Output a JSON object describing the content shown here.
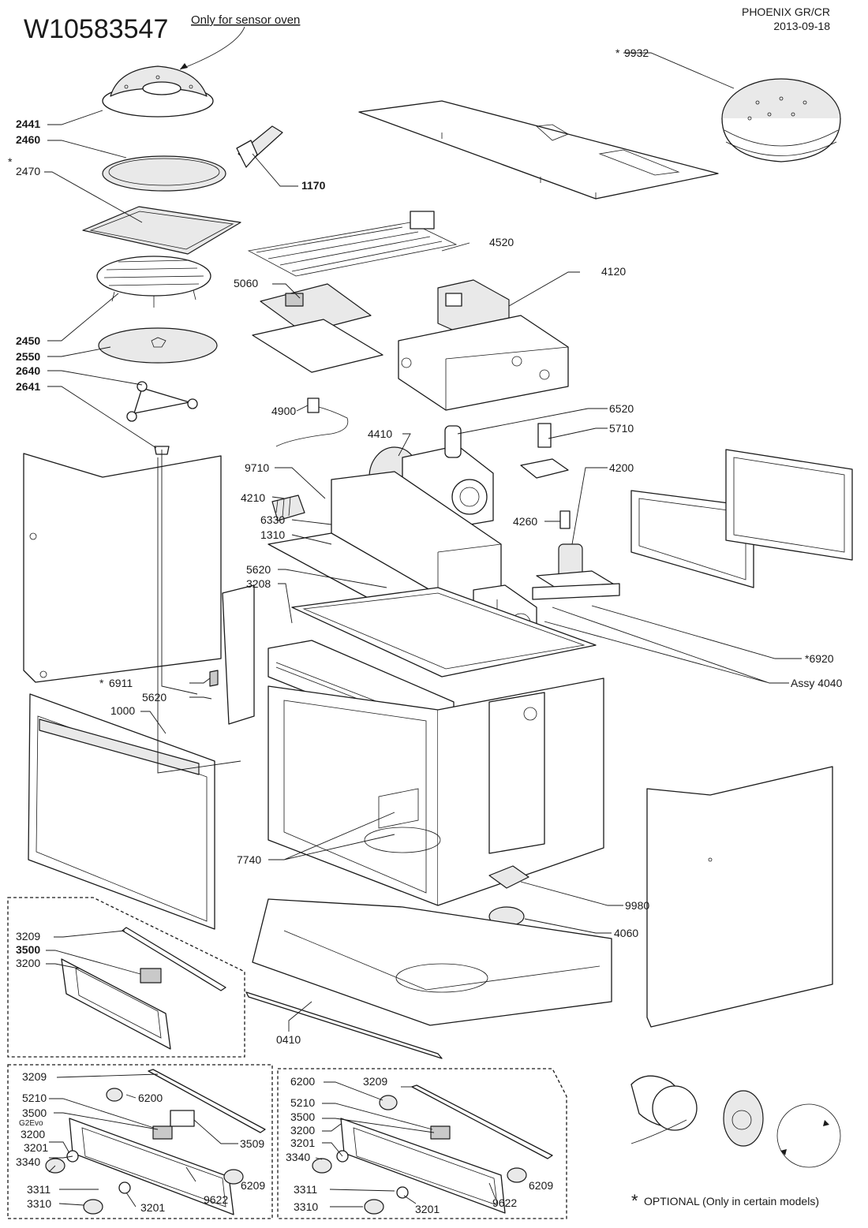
{
  "header": {
    "part_number": "W10583547",
    "sensor_note": "Only for sensor oven",
    "model": "PHOENIX GR/CR",
    "date": "2013-09-18"
  },
  "labels": {
    "l9932": "9932",
    "l2441": "2441",
    "l2460": "2460",
    "l2470": "2470",
    "l1170": "1170",
    "l4520": "4520",
    "l4120": "4120",
    "l5060": "5060",
    "l2450": "2450",
    "l2550": "2550",
    "l2640": "2640",
    "l2641": "2641",
    "l4900": "4900",
    "l6520": "6520",
    "l4410": "4410",
    "l5710": "5710",
    "l9710": "9710",
    "l4200": "4200",
    "l4210": "4210",
    "l6330": "6330",
    "l4260": "4260",
    "l1310": "1310",
    "l5620a": "5620",
    "l3208": "3208",
    "l6920": "*6920",
    "l4040": "Assy 4040",
    "l6911": "6911",
    "l5620b": "5620",
    "l1000": "1000",
    "l7740": "7740",
    "l9980": "9980",
    "l4060": "4060",
    "l0410": "0410"
  },
  "box_a": {
    "l3209": "3209",
    "l3500": "3500",
    "l3200": "3200"
  },
  "box_b": {
    "l3209": "3209",
    "l5210": "5210",
    "l6200": "6200",
    "l3500": "3500",
    "g2evo": "G2Evo",
    "l3200": "3200",
    "l3201a": "3201",
    "l3340": "3340",
    "l3509": "3509",
    "l6209": "6209",
    "l3311": "3311",
    "l3310": "3310",
    "l3201b": "3201",
    "l9622": "9622"
  },
  "box_c": {
    "l6200": "6200",
    "l3209": "3209",
    "l5210": "5210",
    "l3500": "3500",
    "l3200": "3200",
    "l3201a": "3201",
    "l3340": "3340",
    "l6209": "6209",
    "l3311": "3311",
    "l3310": "3310",
    "l3201b": "3201",
    "l9622": "9622"
  },
  "footer": {
    "optional_note": "OPTIONAL (Only in certain models)"
  },
  "colors": {
    "line": "#1a1a1a",
    "shade": "#e9e9e9",
    "dark": "#c9c9c9"
  }
}
